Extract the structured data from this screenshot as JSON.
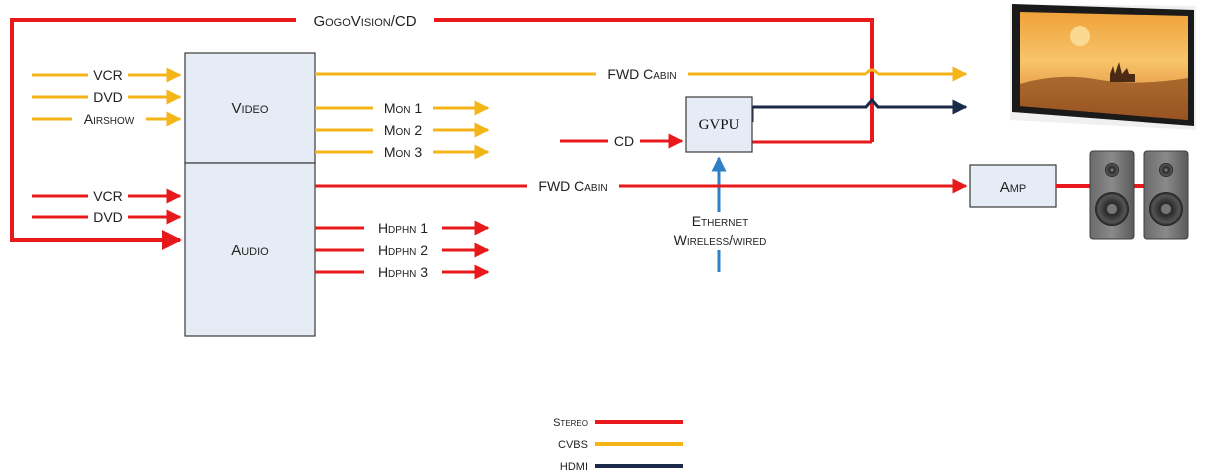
{
  "colors": {
    "stereo": "#e8191a",
    "cvbs": "#f5b418",
    "hdmi": "#1b2a4a",
    "ethernet": "#2f7fc4",
    "box_fill": "#e6ecf6",
    "box_stroke": "#3a3a3a"
  },
  "top_loop": {
    "label": "GogoVision/CD"
  },
  "video_inputs": [
    "VCR",
    "DVD",
    "Airshow"
  ],
  "audio_inputs": [
    "VCR",
    "DVD"
  ],
  "video_box": {
    "label": "Video"
  },
  "audio_box": {
    "label": "Audio"
  },
  "monitor_outputs": [
    "Mon 1",
    "Mon 2",
    "Mon 3"
  ],
  "headphone_outputs": [
    "Hdphn 1",
    "Hdphn 2",
    "Hdphn 3"
  ],
  "fwd_cabin_video": "FWD Cabin",
  "fwd_cabin_audio": "FWD Cabin",
  "cd_input": "CD",
  "gvpu": {
    "label": "GVPU"
  },
  "ethernet": {
    "line1": "Ethernet",
    "line2": "Wireless/wired"
  },
  "amp": {
    "label": "Amp"
  },
  "display_icon": "widescreen-display-image",
  "speaker_icon": "loudspeaker-icon",
  "legend": [
    {
      "label": "Stereo",
      "color": "#e8191a"
    },
    {
      "label": "CVBS",
      "color": "#f5b418"
    },
    {
      "label": "HDMI",
      "color": "#1b2a4a"
    }
  ]
}
